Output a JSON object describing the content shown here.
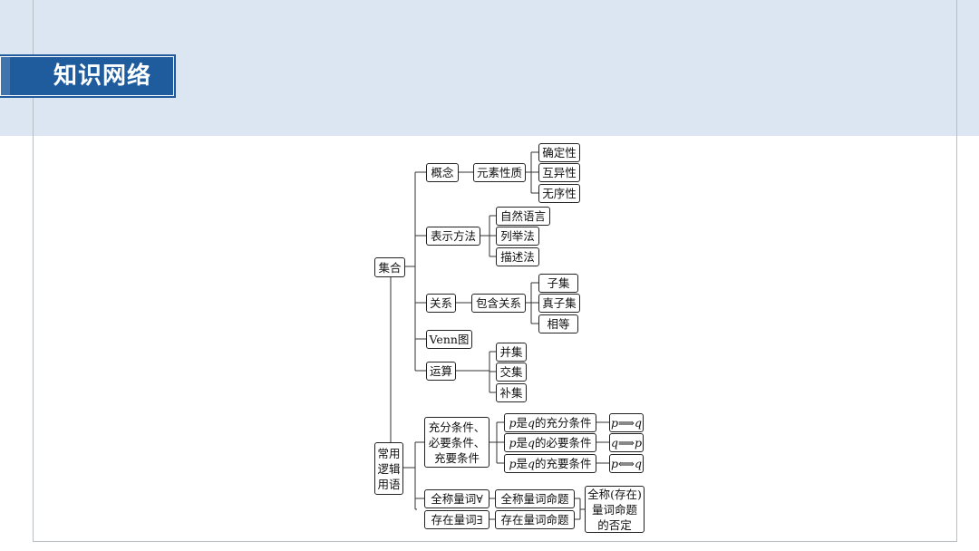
{
  "page_title": "知识网络",
  "nodes": {
    "jihe": "集合",
    "gainian": "概念",
    "yuansu": "元素性质",
    "queding": "确定性",
    "huyi": "互异性",
    "wuxu": "无序性",
    "biaoshi": "表示方法",
    "ziran": "自然语言",
    "liejv": "列举法",
    "miaoshu": "描述法",
    "guanxi": "关系",
    "baohan": "包含关系",
    "ziji": "子集",
    "zhenziji": "真子集",
    "xiangdeng": "相等",
    "venn": "Venn图",
    "yunsuan": "运算",
    "bingji": "并集",
    "jiaoji": "交集",
    "buji": "补集",
    "changyong": "常用\n逻辑\n用语",
    "tiaojian": "充分条件、\n必要条件、\n充要条件",
    "cond1_a": "p",
    "cond1_b": "是",
    "cond1_c": "q",
    "cond1_d": "的充分条件",
    "imp1": "p⟹q",
    "cond2_a": "p",
    "cond2_b": "是",
    "cond2_c": "q",
    "cond2_d": "的必要条件",
    "imp2": "q⟹p",
    "cond3_a": "p",
    "cond3_b": "是",
    "cond3_c": "q",
    "cond3_d": "的充要条件",
    "imp3": "p⟺q",
    "quancheng": "全称量词∀",
    "cunzai": "存在量词∃",
    "quanmingti": "全称量词命题",
    "cunmingti": "存在量词命题",
    "fouding": "全称(存在)\n量词命题\n的否定"
  },
  "colors": {
    "band": "#dce6f2",
    "title_bg": "#1f5c9e"
  }
}
